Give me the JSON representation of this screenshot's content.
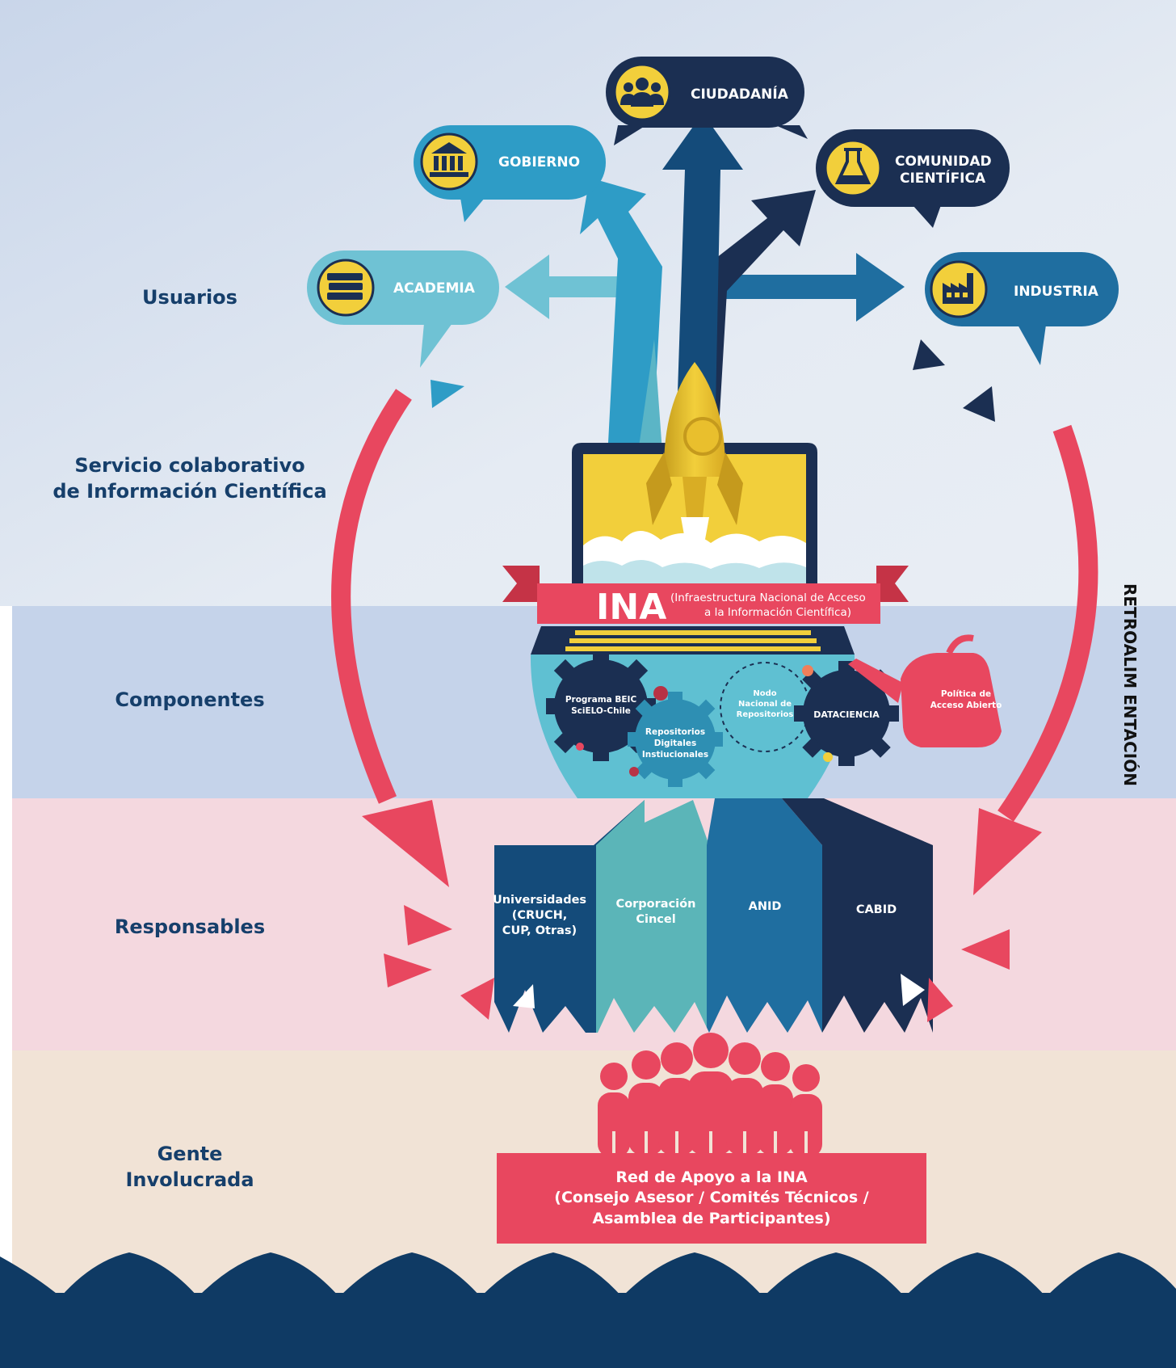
{
  "rows": {
    "usuarios": "Usuarios",
    "servicio_l1": "Servicio colaborativo",
    "servicio_l2": "de Información Científica",
    "componentes": "Componentes",
    "responsables": "Responsables",
    "gente_l1": "Gente",
    "gente_l2": "Involucrada"
  },
  "users": {
    "academia": "ACADEMIA",
    "gobierno": "GOBIERNO",
    "ciudadania": "CIUDADANÍA",
    "comunidad_l1": "COMUNIDAD",
    "comunidad_l2": "CIENTÍFICA",
    "industria": "INDUSTRIA"
  },
  "ina": {
    "title": "INA",
    "subtitle_l1": "(Infraestructura Nacional de Acceso",
    "subtitle_l2": "a la Información Científica)"
  },
  "components": {
    "beic_l1": "Programa BEIC",
    "beic_l2": "SciELO-Chile",
    "repos_l1": "Repositorios",
    "repos_l2": "Digitales",
    "repos_l3": "Instiucionales",
    "nodo_l1": "Nodo",
    "nodo_l2": "Nacional de",
    "nodo_l3": "Repositorios",
    "dataciencia": "DATACIENCIA",
    "politica_l1": "Política de",
    "politica_l2": "Acceso Abierto"
  },
  "feedback": "RETROALIM ENTACIÓN",
  "responsables": {
    "univ_l1": "Universidades",
    "univ_l2": "(CRUCH,",
    "univ_l3": "CUP, Otras)",
    "cincel_l1": "Corporación",
    "cincel_l2": "Cincel",
    "anid": "ANID",
    "cabid": "CABID"
  },
  "red": {
    "l1": "Red de Apoyo a la INA",
    "l2": "(Consejo Asesor / Comités Técnicos /",
    "l3": "Asamblea de Participantes)"
  },
  "icons": {
    "academia": "books-icon",
    "gobierno": "government-building-icon",
    "ciudadania": "people-group-icon",
    "comunidad": "flask-icon",
    "industria": "factory-icon",
    "rocket": "rocket-icon",
    "people": "crowd-icon"
  },
  "colors": {
    "navy": "#163f6b",
    "dark_navy": "#1b2f52",
    "teal_light": "#6fc2d4",
    "teal": "#2e8fb3",
    "red": "#e8475f",
    "yellow": "#f2cf3b"
  }
}
